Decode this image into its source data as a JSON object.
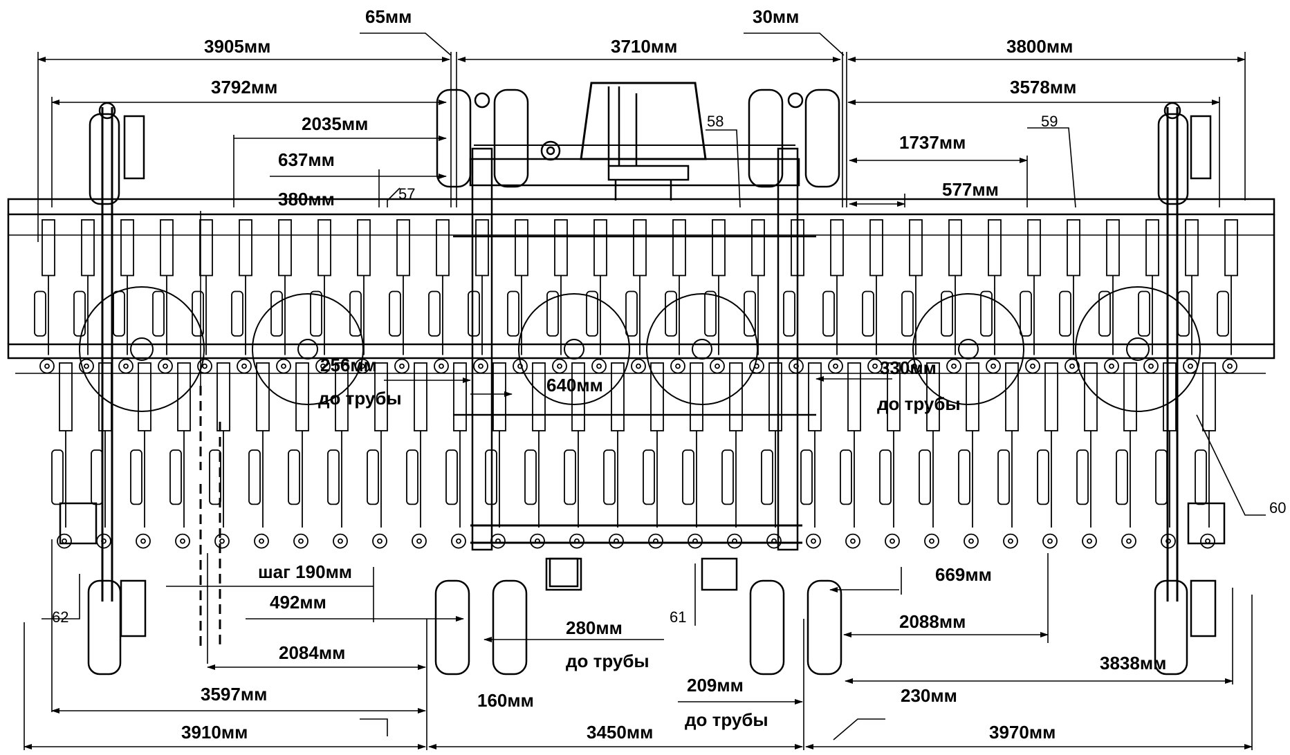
{
  "dimensions": {
    "d65": "65мм",
    "d30": "30мм",
    "d3905": "3905мм",
    "d3710": "3710мм",
    "d3800": "3800мм",
    "d3792": "3792мм",
    "d3578": "3578мм",
    "d2035": "2035мм",
    "d1737": "1737мм",
    "d637": "637мм",
    "d577": "577мм",
    "d380": "380мм",
    "d256": "256мм",
    "d640": "640мм",
    "d330": "330мм",
    "to_pipe_1": "до трубы",
    "to_pipe_2": "до трубы",
    "step190": "шаг 190мм",
    "d669": "669мм",
    "d492": "492мм",
    "d280": "280мм",
    "to_pipe_3": "до трубы",
    "d2088": "2088мм",
    "d2084": "2084мм",
    "d3838": "3838мм",
    "d209": "209мм",
    "to_pipe_4": "до трубы",
    "d3597": "3597мм",
    "d160": "160мм",
    "d230": "230мм",
    "d3910": "3910мм",
    "d3450": "3450мм",
    "d3970": "3970мм"
  },
  "callouts": {
    "c57": "57",
    "c58": "58",
    "c59": "59",
    "c60": "60",
    "c61": "61",
    "c62": "62"
  }
}
